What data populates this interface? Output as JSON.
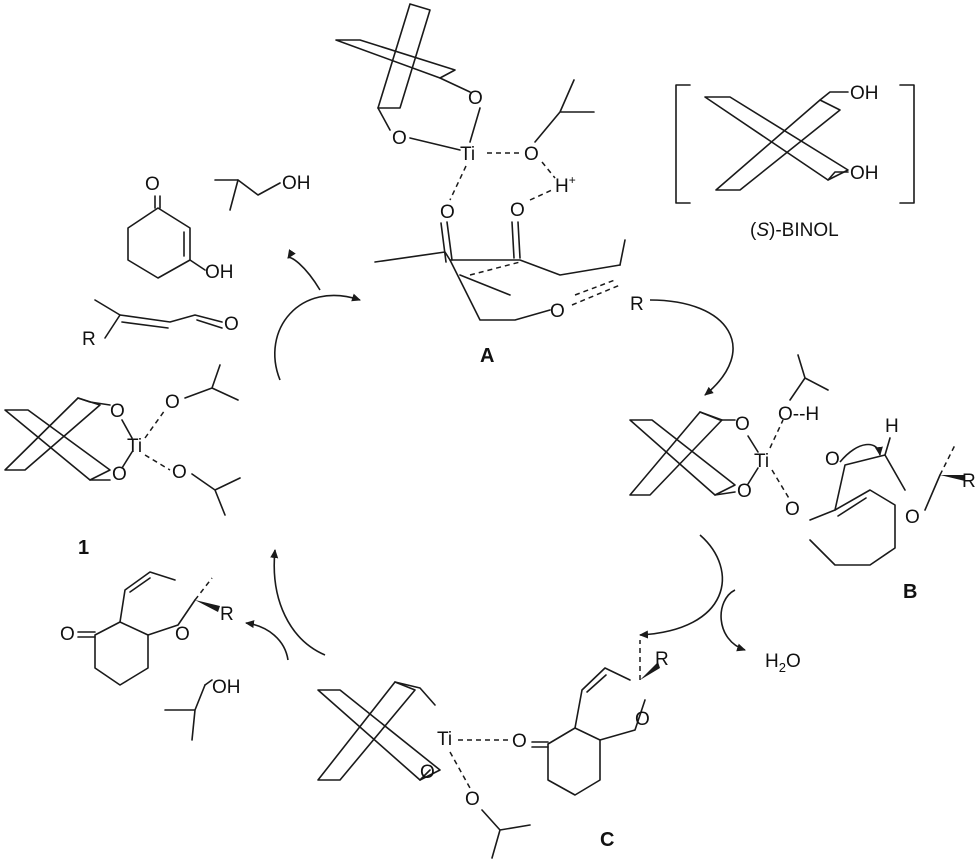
{
  "labels": {
    "complex_A": "A",
    "complex_B": "B",
    "complex_C": "C",
    "catalyst_1": "1"
  },
  "atoms": {
    "oxygen": "O",
    "titanium": "Ti",
    "hydrogen": "H",
    "hydroxyl": "OH",
    "r_group": "R",
    "proton_base": "H",
    "proton_charge": "+",
    "oxygen_hydrogen": "O--H",
    "water_h": "H",
    "water_sub": "2",
    "water_o": "O"
  },
  "ligand": {
    "name_s": "S",
    "name_open": "(",
    "name_close": ")-BINOL"
  }
}
